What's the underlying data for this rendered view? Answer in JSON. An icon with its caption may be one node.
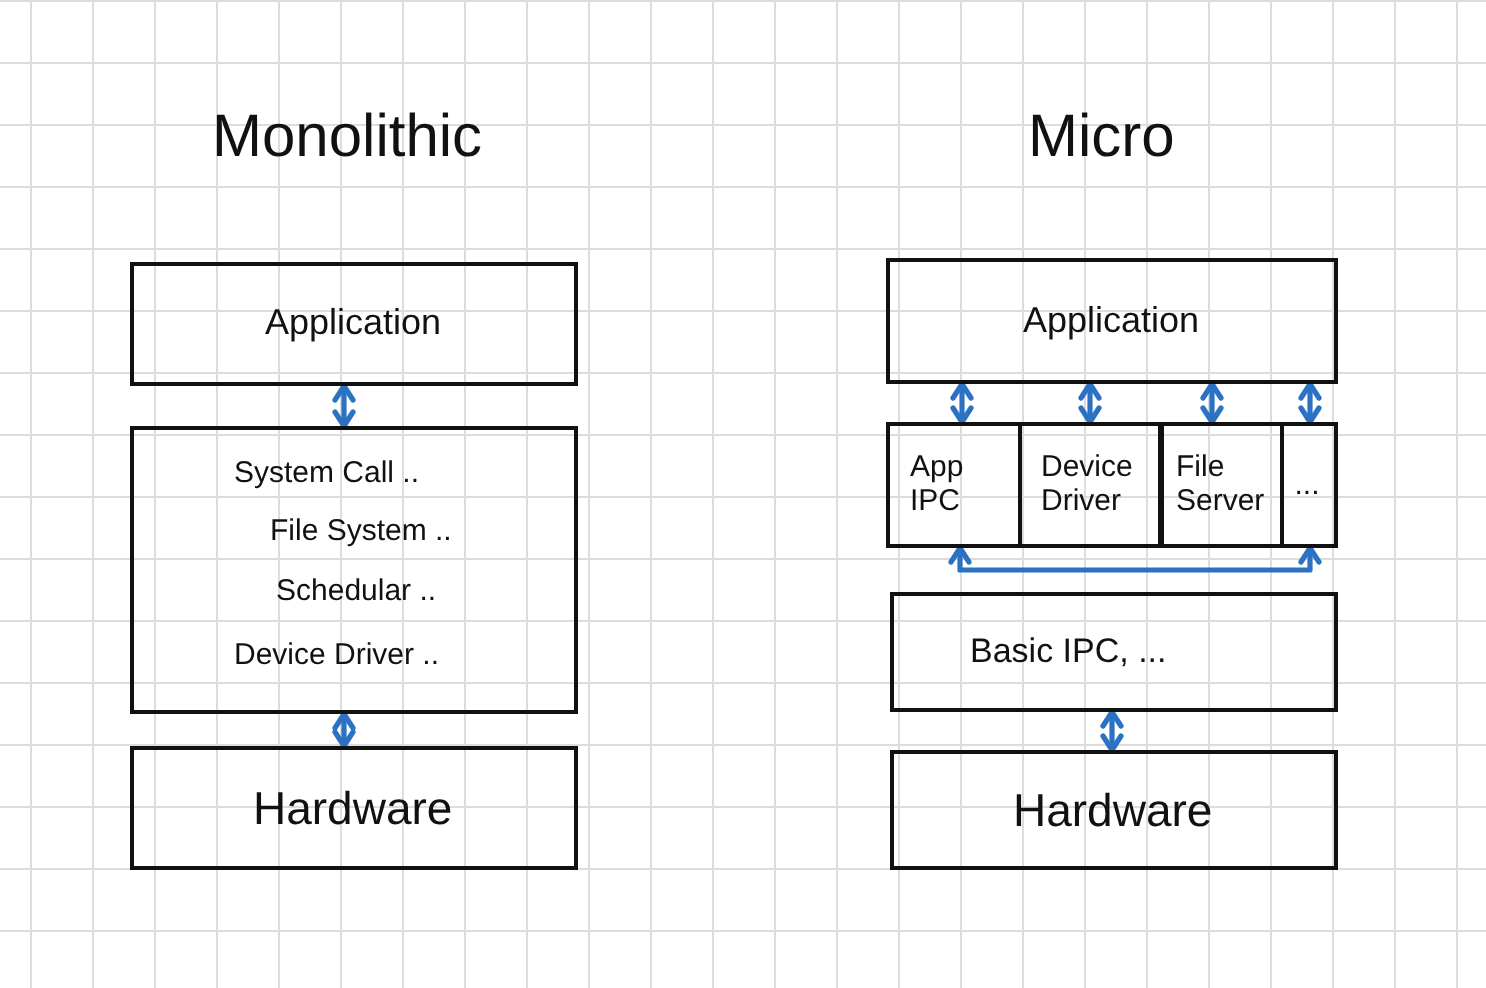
{
  "diagram": {
    "nodes": [
      {
        "text": [
          "Application"
        ]
      },
      {
        "text": [
          "System Call ..",
          "File System ..",
          "Schedular ..",
          "Device Driver .."
        ]
      },
      {
        "text": [
          "Hardware"
        ]
      },
      {
        "text": [
          "Application"
        ]
      },
      {
        "text": [
          "App IPC"
        ]
      },
      {
        "text": [
          "Device Driver"
        ]
      },
      {
        "text": [
          "File Server"
        ]
      },
      {
        "text": [
          "..."
        ]
      },
      {
        "text": [
          "Basic IPC, ..."
        ]
      },
      {
        "text": [
          "Hardware"
        ]
      }
    ],
    "edges": [
      {
        "from": 0,
        "to": 1,
        "arrow": "both"
      },
      {
        "from": 1,
        "to": 2,
        "arrow": "both"
      },
      {
        "from": 3,
        "to": 4,
        "arrow": "both"
      },
      {
        "from": 3,
        "to": 5,
        "arrow": "both"
      },
      {
        "from": 3,
        "to": 6,
        "arrow": "both"
      },
      {
        "from": 3,
        "to": 7,
        "arrow": "both"
      },
      {
        "from": 4,
        "to": 7,
        "arrow": "both"
      },
      {
        "from": 8,
        "to": 9,
        "arrow": "both"
      }
    ],
    "labels": [
      "Monolithic",
      "Micro"
    ]
  }
}
